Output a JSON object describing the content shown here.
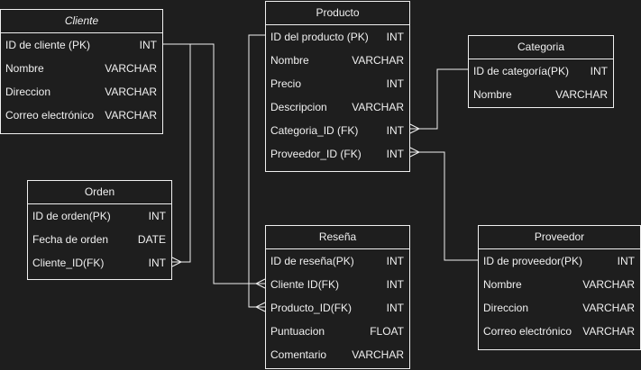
{
  "entities": {
    "cliente": {
      "title": "Cliente",
      "fields": [
        {
          "name": "ID de cliente (PK)",
          "type": "INT"
        },
        {
          "name": "Nombre",
          "type": "VARCHAR"
        },
        {
          "name": "Direccion",
          "type": "VARCHAR"
        },
        {
          "name": "Correo electrónico",
          "type": "VARCHAR"
        }
      ]
    },
    "producto": {
      "title": "Producto",
      "fields": [
        {
          "name": "ID del producto (PK)",
          "type": "INT"
        },
        {
          "name": "Nombre",
          "type": "VARCHAR"
        },
        {
          "name": "Precio",
          "type": "INT"
        },
        {
          "name": "Descripcion",
          "type": "VARCHAR"
        },
        {
          "name": "Categoria_ID (FK)",
          "type": "INT"
        },
        {
          "name": "Proveedor_ID (FK)",
          "type": "INT"
        }
      ]
    },
    "categoria": {
      "title": "Categoria",
      "fields": [
        {
          "name": "ID de categoría(PK)",
          "type": "INT"
        },
        {
          "name": "Nombre",
          "type": "VARCHAR"
        }
      ]
    },
    "orden": {
      "title": "Orden",
      "fields": [
        {
          "name": "ID de orden(PK)",
          "type": "INT"
        },
        {
          "name": "Fecha de orden",
          "type": "DATE"
        },
        {
          "name": "Cliente_ID(FK)",
          "type": "INT"
        }
      ]
    },
    "resena": {
      "title": "Reseña",
      "fields": [
        {
          "name": "ID de reseña(PK)",
          "type": "INT"
        },
        {
          "name": "Cliente ID(FK)",
          "type": "INT"
        },
        {
          "name": "Producto_ID(FK)",
          "type": "INT"
        },
        {
          "name": "Puntuacion",
          "type": "FLOAT"
        },
        {
          "name": "Comentario",
          "type": "VARCHAR"
        }
      ]
    },
    "proveedor": {
      "title": "Proveedor",
      "fields": [
        {
          "name": "ID de proveedor(PK)",
          "type": "INT"
        },
        {
          "name": "Nombre",
          "type": "VARCHAR"
        },
        {
          "name": "Direccion",
          "type": "VARCHAR"
        },
        {
          "name": "Correo electrónico",
          "type": "VARCHAR"
        }
      ]
    }
  },
  "colors": {
    "background": "#1e1e1e",
    "stroke": "#f0f0f0",
    "text": "#f0f0f0"
  }
}
